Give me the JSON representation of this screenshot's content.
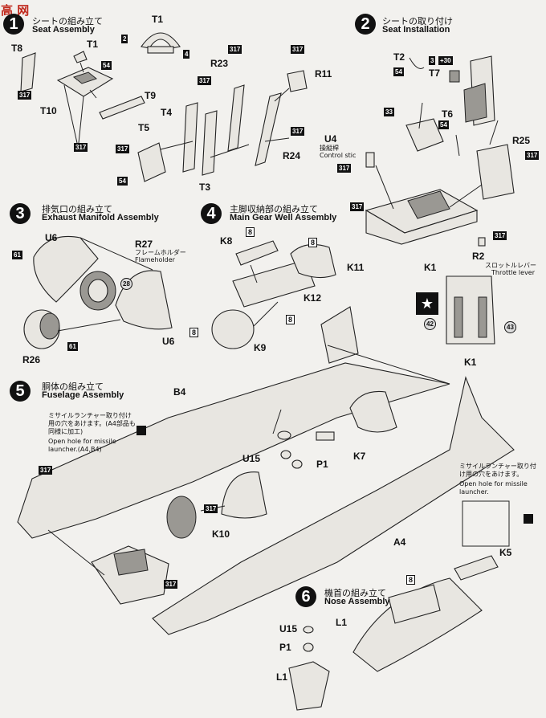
{
  "watermark": "高 网",
  "steps": {
    "s1": {
      "num": "1",
      "jp": "シートの組み立て",
      "en": "Seat Assembly"
    },
    "s2": {
      "num": "2",
      "jp": "シートの取り付け",
      "en": "Seat Installation"
    },
    "s3": {
      "num": "3",
      "jp": "排気口の組み立て",
      "en": "Exhaust Manifold Assembly"
    },
    "s4": {
      "num": "4",
      "jp": "主脚収納部の組み立て",
      "en": "Main Gear Well Assembly"
    },
    "s5": {
      "num": "5",
      "jp": "胴体の組み立て",
      "en": "Fuselage Assembly"
    },
    "s6": {
      "num": "6",
      "jp": "機首の組み立て",
      "en": "Nose Assembly"
    }
  },
  "labels": {
    "t1a": "T1",
    "t1b": "T1",
    "t8": "T8",
    "t10": "T10",
    "t9": "T9",
    "t4": "T4",
    "t5": "T5",
    "t3": "T3",
    "r23": "R23",
    "r11": "R11",
    "r24": "R24",
    "t2": "T2",
    "t7": "T7",
    "t6": "T6",
    "u4": "U4",
    "r25": "R25",
    "k1a": "K1",
    "r2": "R2",
    "k1b": "K1",
    "u6a": "U6",
    "r27": "R27",
    "r26": "R26",
    "u6b": "U6",
    "k8": "K8",
    "k11": "K11",
    "k12": "K12",
    "k9": "K9",
    "b4": "B4",
    "u15a": "U15",
    "p1a": "P1",
    "k7": "K7",
    "k10": "K10",
    "a4": "A4",
    "k5": "K5",
    "u15b": "U15",
    "p1b": "P1",
    "l1a": "L1",
    "l1b": "L1"
  },
  "small_text": {
    "u4_jp": "操縦桿",
    "u4_en": "Control stic",
    "r27_jp": "フレームホルダー",
    "r27_en": "Flameholder",
    "r2_jp": "スロットルレバー",
    "r2_en": "Throttle lever",
    "missile_jp_left": "ミサイルランチャー取り付け用の穴をあけます。(A4部品も同様に加工)",
    "missile_en_left": "Open hole for missile launcher.(A4,B4)",
    "missile_jp_right": "ミサイルランチャー取り付け用の穴をあけます。",
    "missile_en_right": "Open hole for missile launcher."
  },
  "paint": {
    "c317": "317",
    "c54": "54",
    "c8": "8",
    "c2": "2",
    "c4": "4",
    "c3": "3",
    "c30": "+30",
    "c33": "33",
    "c61": "61",
    "c28": "28",
    "c42": "42",
    "c43": "43"
  }
}
